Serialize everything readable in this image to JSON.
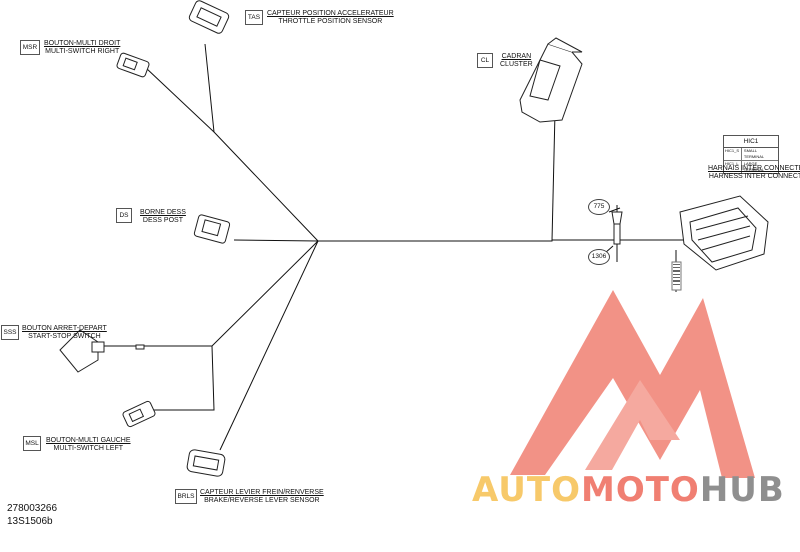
{
  "components": {
    "tas": {
      "code": "TAS",
      "fr": "CAPTEUR POSITION ACCELERATEUR",
      "en": "THROTTLE POSITION SENSOR"
    },
    "msr": {
      "code": "MSR",
      "fr": "BOUTON-MULTI DROIT",
      "en": "MULTI-SWITCH RIGHT"
    },
    "cl": {
      "code": "CL",
      "fr": "CADRAN",
      "en": "CLUSTER"
    },
    "ds": {
      "code": "DS",
      "fr": "BORNE DESS",
      "en": "DESS POST"
    },
    "sss": {
      "code": "SSS",
      "fr": "BOUTON ARRET-DEPART",
      "en": "START-STOP SWITCH"
    },
    "msl": {
      "code": "MSL",
      "fr": "BOUTON-MULTI GAUCHE",
      "en": "MULTI-SWITCH LEFT"
    },
    "brls": {
      "code": "BRLS",
      "fr": "CAPTEUR LEVIER FREIN/RENVERSE",
      "en": "BRAKE/REVERSE LEVER SENSOR"
    },
    "hic": {
      "fr": "HARNAIS INTER CONNECTEUR",
      "en": "HARNESS INTER CONNECTOR"
    }
  },
  "hic_table": {
    "title": "HIC1",
    "rows": [
      {
        "id": "HIC1_S",
        "desc": "SMALL TERMINAL"
      },
      {
        "id": "HIC1_L",
        "desc": "LARGE TERMINAL"
      }
    ]
  },
  "callouts": {
    "c775": "775",
    "c1306": "1306"
  },
  "part_numbers": {
    "line1": "278003266",
    "line2": "13S1506b"
  },
  "watermark": {
    "auto": "AUTO",
    "moto": "MOTO",
    "hub": "HUB"
  },
  "colors": {
    "wire": "#111111",
    "logo_red": "#f07f72",
    "logo_yellow": "#f7c96a",
    "logo_gray": "#8f8f8f"
  }
}
